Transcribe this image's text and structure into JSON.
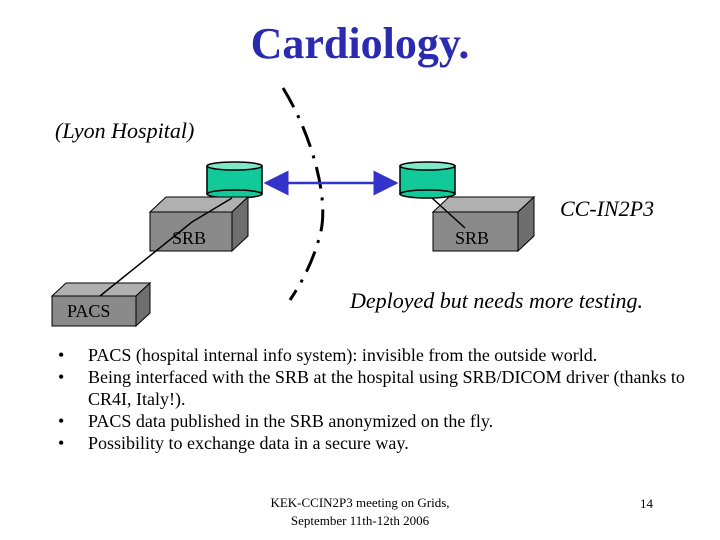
{
  "slide": {
    "title": "Cardiology.",
    "left_location": "(Lyon Hospital)",
    "right_location": "CC-IN2P3",
    "status_note": "Deployed but needs more testing.",
    "bullets": [
      "PACS (hospital internal info system): invisible from the outside world.",
      "Being interfaced with the SRB at the hospital using SRB/DICOM driver (thanks to CR4I, Italy!).",
      "PACS data published in the SRB anonymized on the fly.",
      "Possibility to exchange data in a secure way."
    ],
    "bullet_glyph": "•",
    "footer_line1": "KEK-CCIN2P3 meeting on Grids,",
    "footer_line2": "September 11th-12th 2006",
    "page_number": "14"
  },
  "diagram": {
    "box_labels": {
      "srb_left": "SRB",
      "srb_right": "SRB",
      "pacs": "PACS"
    },
    "colors": {
      "title": "#2b2bb0",
      "disk": "#12c99a",
      "box": "#8a8a8a",
      "link_arrow": "#3333cc"
    }
  }
}
